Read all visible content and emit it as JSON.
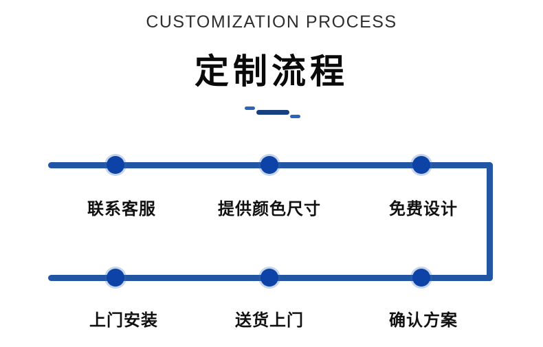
{
  "header": {
    "subtitle": "CUSTOMIZATION PROCESS",
    "title": "定制流程"
  },
  "flow": {
    "top_steps": [
      "联系客服",
      "提供颜色尺寸",
      "免费设计"
    ],
    "bottom_steps": [
      "上门安装",
      "送货上门",
      "确认方案"
    ]
  },
  "colors": {
    "line_blue": "#2256a5",
    "dot_blue": "#0d42a6",
    "divider_dark_blue": "#17407f",
    "divider_light_blue": "#2b63b5",
    "title_color": "#0a0a0a",
    "subtitle_color": "#2e2e2e"
  }
}
